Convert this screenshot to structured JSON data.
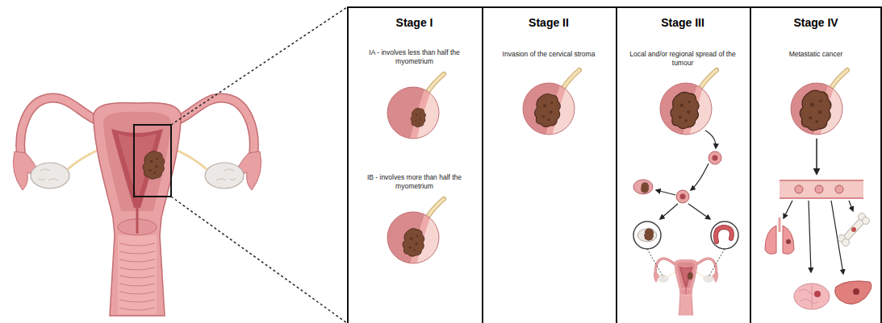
{
  "diagram": {
    "nodes": [
      {
        "text": [
          "Stage I",
          "IA - involves less than half the myometrium",
          "IB - involves more than half the myometrium"
        ]
      },
      {
        "text": [
          "Stage II",
          "Invasion of the cervical stroma"
        ]
      },
      {
        "text": [
          "Stage III",
          "Local and/or regional spread of the tumour"
        ]
      },
      {
        "text": [
          "Stage IV",
          "Metastatic cancer"
        ]
      }
    ]
  }
}
